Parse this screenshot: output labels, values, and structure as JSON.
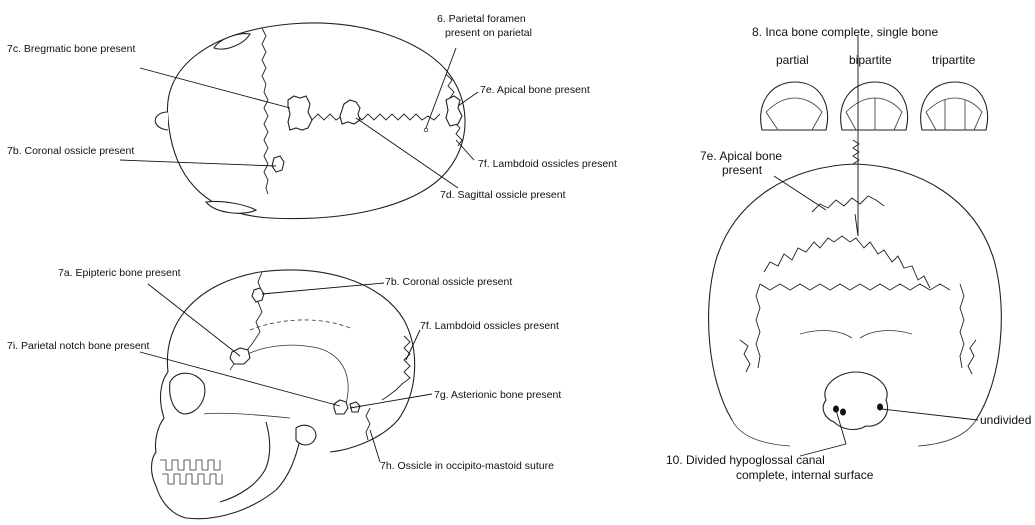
{
  "superior_view": {
    "bregmatic": "7c. Bregmatic bone present",
    "parietal_foramen_1": "6. Parietal foramen",
    "parietal_foramen_2": "present on parietal",
    "apical": "7e. Apical bone present",
    "coronal": "7b. Coronal ossicle present",
    "lambdoid": "7f. Lambdoid ossicles present",
    "sagittal": "7d. Sagittal ossicle present"
  },
  "lateral_view": {
    "epipteric": "7a. Epipteric bone present",
    "coronal": "7b. Coronal ossicle present",
    "lambdoid": "7f. Lambdoid ossicles present",
    "parietal_notch": "7i. Parietal notch bone present",
    "asterionic": "7g. Asterionic bone present",
    "occipito_mastoid": "7h. Ossicle in occipito-mastoid suture"
  },
  "posterior_view": {
    "inca_title": "8. Inca bone complete, single bone",
    "partial": "partial",
    "bipartite": "bipartite",
    "tripartite": "tripartite",
    "apical_1": "7e. Apical bone",
    "apical_2": "present",
    "undivided": "undivided",
    "hypoglossal_1": "10.  Divided hypoglossal canal",
    "hypoglossal_2": "complete, internal surface"
  }
}
